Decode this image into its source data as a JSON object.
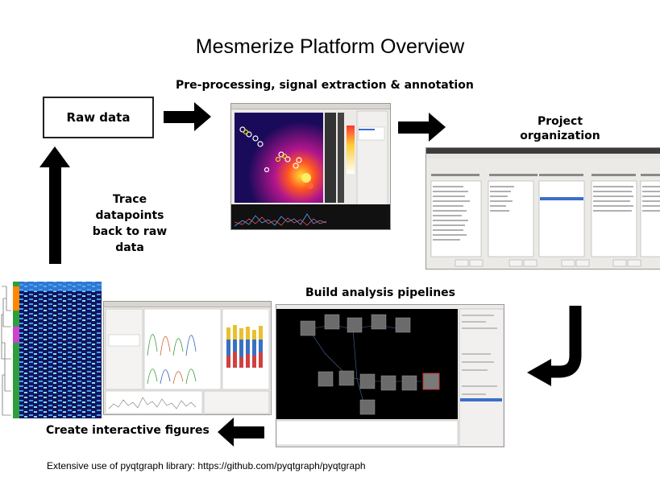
{
  "title": "Mesmerize Platform Overview",
  "raw_data": "Raw data",
  "steps": {
    "preprocessing": "Pre-processing, signal extraction & annotation",
    "project_org": "Project\norganization",
    "pipelines": "Build analysis pipelines",
    "figures": "Create interactive figures",
    "trace": "Trace datapoints\nback to raw data"
  },
  "footer": "Extensive use of pyqtgraph library: https://github.com/pyqtgraph/pyqtgraph",
  "colors": {
    "arrow": "#000000",
    "heat_low": "#1a0a5a",
    "heat_high": "#ffdd33",
    "node_gray": "#6b6b6b",
    "node_red": "#cc3333"
  }
}
